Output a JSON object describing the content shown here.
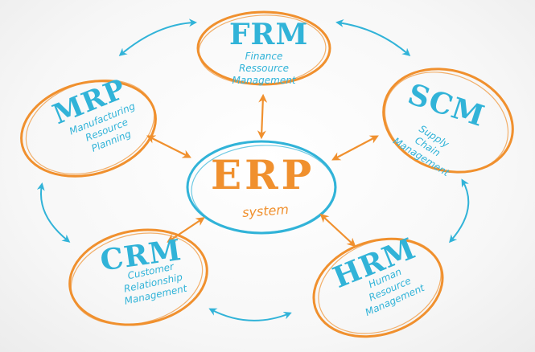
{
  "center": {
    "abbr": "ERP",
    "subtitle": "system"
  },
  "modules": {
    "frm": {
      "abbr": "FRM",
      "lines": [
        "Finance",
        "Ressource",
        "Management"
      ]
    },
    "mrp": {
      "abbr": "MRP",
      "lines": [
        "Manufacturing",
        "Resource",
        "Planning"
      ]
    },
    "scm": {
      "abbr": "SCM",
      "lines": [
        "Supply",
        "Chain",
        "Management"
      ]
    },
    "crm": {
      "abbr": "CRM",
      "lines": [
        "Customer",
        "Relationship",
        "Management"
      ]
    },
    "hrm": {
      "abbr": "HRM",
      "lines": [
        "Human",
        "Resource",
        "Management"
      ]
    }
  },
  "colors": {
    "orange": "#f0902e",
    "blue": "#31b3d8"
  }
}
